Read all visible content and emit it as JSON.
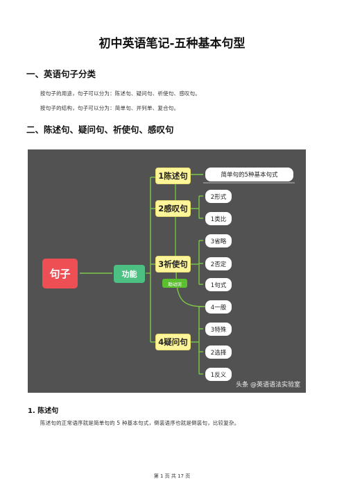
{
  "doc": {
    "title": "初中英语笔记-五种基本句型",
    "section1": {
      "heading": "一、英语句子分类",
      "lines": [
        "按句子的用途，句子可以分为：陈述句、疑问句、祈使句、感叹句。",
        "按句子的结构，句子可以分为：简单句、并列单、复合句。"
      ]
    },
    "section2": {
      "heading": "二、陈述句、疑问句、祈使句、感叹句"
    },
    "section3": {
      "heading": "1.   陈述句",
      "line": "陈述句的正常语序就是简单句的 5 种基本句式，倒装语序也就是倒装句，比较复杂。"
    },
    "footer": "第 1 页 共 17 页"
  },
  "mindmap": {
    "root": "句子",
    "func": "功能",
    "branches": [
      {
        "label": "1陈述句",
        "children": [
          "简单句的5种基本句式"
        ]
      },
      {
        "label": "2感叹句",
        "children": [
          "2形式",
          "1类比"
        ]
      },
      {
        "label": "3祈使句",
        "children": [
          "3省略",
          "2否定",
          "1句式"
        ]
      },
      {
        "label": "4疑问句",
        "children": [
          "4一般",
          "3特殊",
          "2选择",
          "1反义"
        ]
      }
    ],
    "tag": "助动词",
    "watermark": "头条 @英语语法实验室",
    "colors": {
      "background": "#525252",
      "root": "#ee4f55",
      "func": "#4cbf83",
      "branch": "#fdf59a",
      "link": "#6ec23e"
    }
  }
}
